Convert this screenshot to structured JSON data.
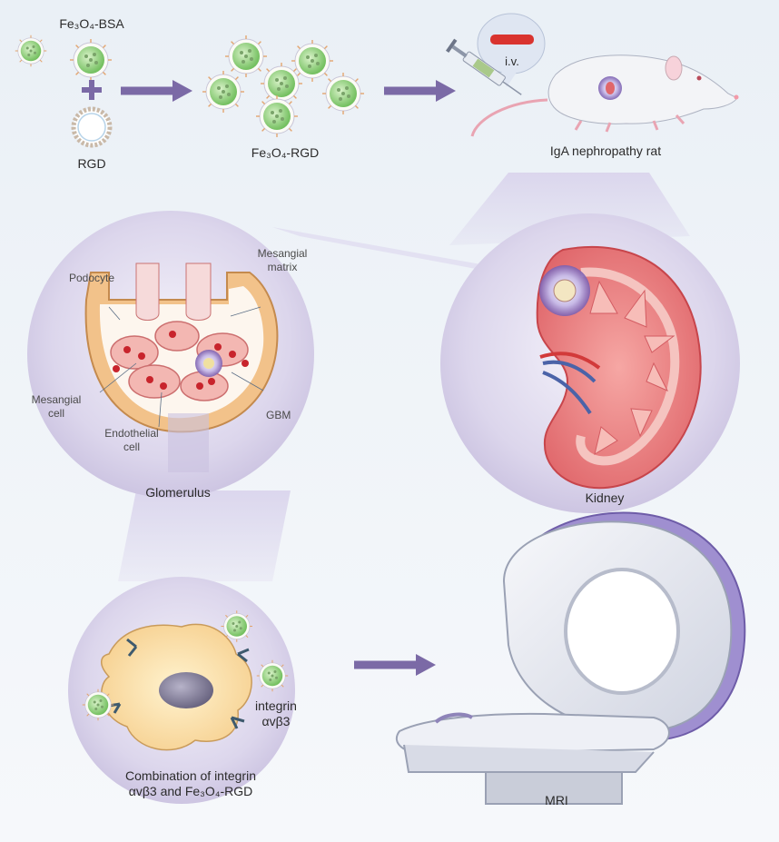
{
  "labels": {
    "fe3o4_bsa": "Fe₃O₄-BSA",
    "plus": "+",
    "rgd": "RGD",
    "fe3o4_rgd": "Fe₃O₄-RGD",
    "iv": "i.v.",
    "rat": "IgA nephropathy rat",
    "podocyte": "Podocyte",
    "mesangial_matrix_1": "Mesangial",
    "mesangial_matrix_2": "matrix",
    "mesangial_cell_1": "Mesangial",
    "mesangial_cell_2": "cell",
    "endothelial_cell_1": "Endothelial",
    "endothelial_cell_2": "cell",
    "gbm": "GBM",
    "glomerulus": "Glomerulus",
    "kidney": "Kidney",
    "integrin_1": "integrin",
    "integrin_2": "αvβ3",
    "combination_1": "Combination of integrin",
    "combination_2": "αvβ3 and Fe₃O₄-RGD",
    "mri": "MRI"
  },
  "colors": {
    "arrow": "#7b6aa6",
    "nanoparticle": "#8ecf7a",
    "circle_fill": "#ddd8ec",
    "kidney": "#e8777a",
    "background": "#eef3f8"
  }
}
